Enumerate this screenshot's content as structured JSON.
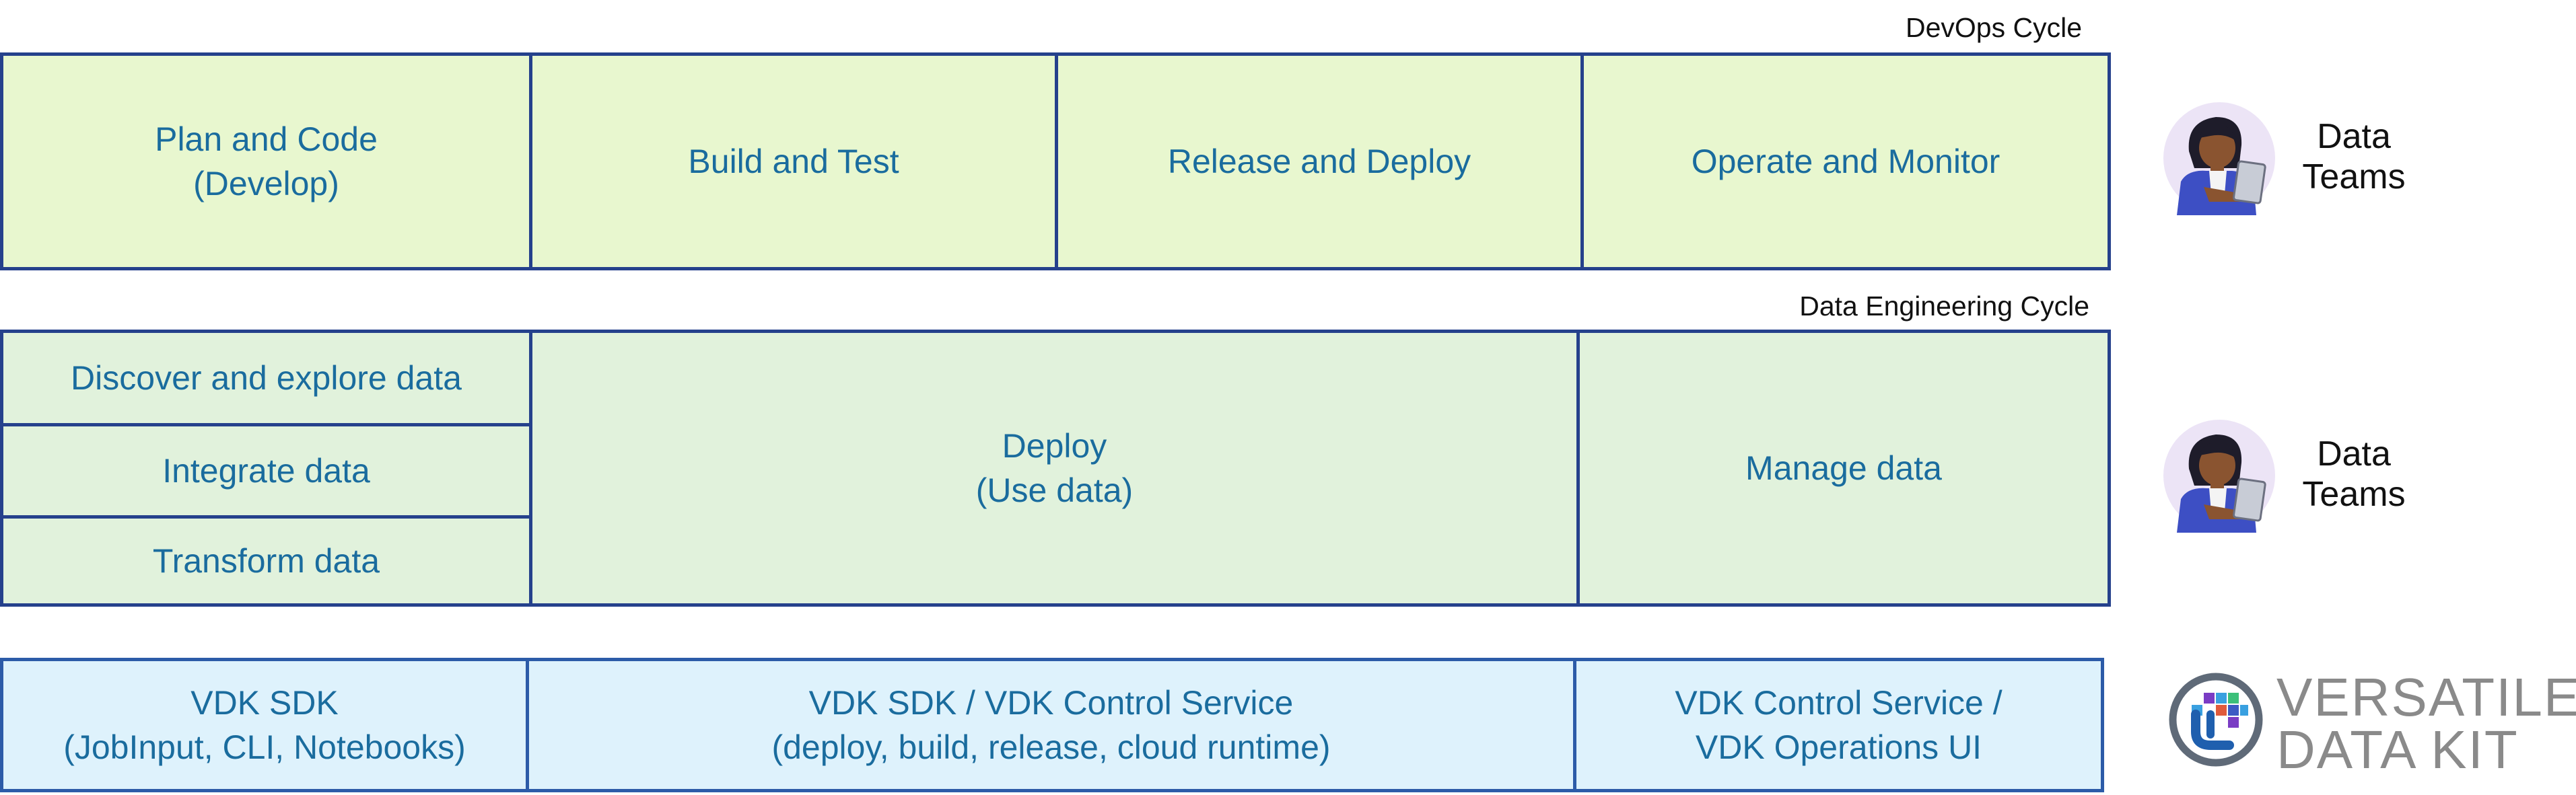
{
  "devops": {
    "title": "DevOps Cycle",
    "cells": [
      {
        "line1": "Plan and Code",
        "line2": "(Develop)"
      },
      {
        "line1": "Build and Test",
        "line2": ""
      },
      {
        "line1": "Release and Deploy",
        "line2": ""
      },
      {
        "line1": "Operate and Monitor",
        "line2": ""
      }
    ],
    "persona": {
      "line1": "Data",
      "line2": "Teams",
      "icon": "data-team-person-icon"
    }
  },
  "data_engineering": {
    "title": "Data Engineering Cycle",
    "left_stack": [
      "Discover and explore data",
      "Integrate data",
      "Transform data"
    ],
    "middle": {
      "line1": "Deploy",
      "line2": "(Use data)"
    },
    "right": {
      "line1": "Manage data",
      "line2": ""
    },
    "persona": {
      "line1": "Data",
      "line2": "Teams",
      "icon": "data-team-person-icon"
    }
  },
  "vdk": {
    "cells": [
      {
        "line1": "VDK SDK",
        "line2": "(JobInput, CLI, Notebooks)"
      },
      {
        "line1": "VDK SDK / VDK Control Service",
        "line2": "(deploy, build, release, cloud runtime)"
      },
      {
        "line1": "VDK Control Service /",
        "line2": "VDK Operations UI"
      }
    ],
    "logo": {
      "line1": "VERSATILE",
      "line2": "DATA KIT",
      "icon": "versatile-data-kit-logo-icon"
    }
  },
  "colors": {
    "border": "#25418c",
    "text_blue": "#1a6c9e",
    "devops_fill": "#e8f7cf",
    "de_fill": "#e1f2dc",
    "vdk_fill": "#def2fc"
  }
}
